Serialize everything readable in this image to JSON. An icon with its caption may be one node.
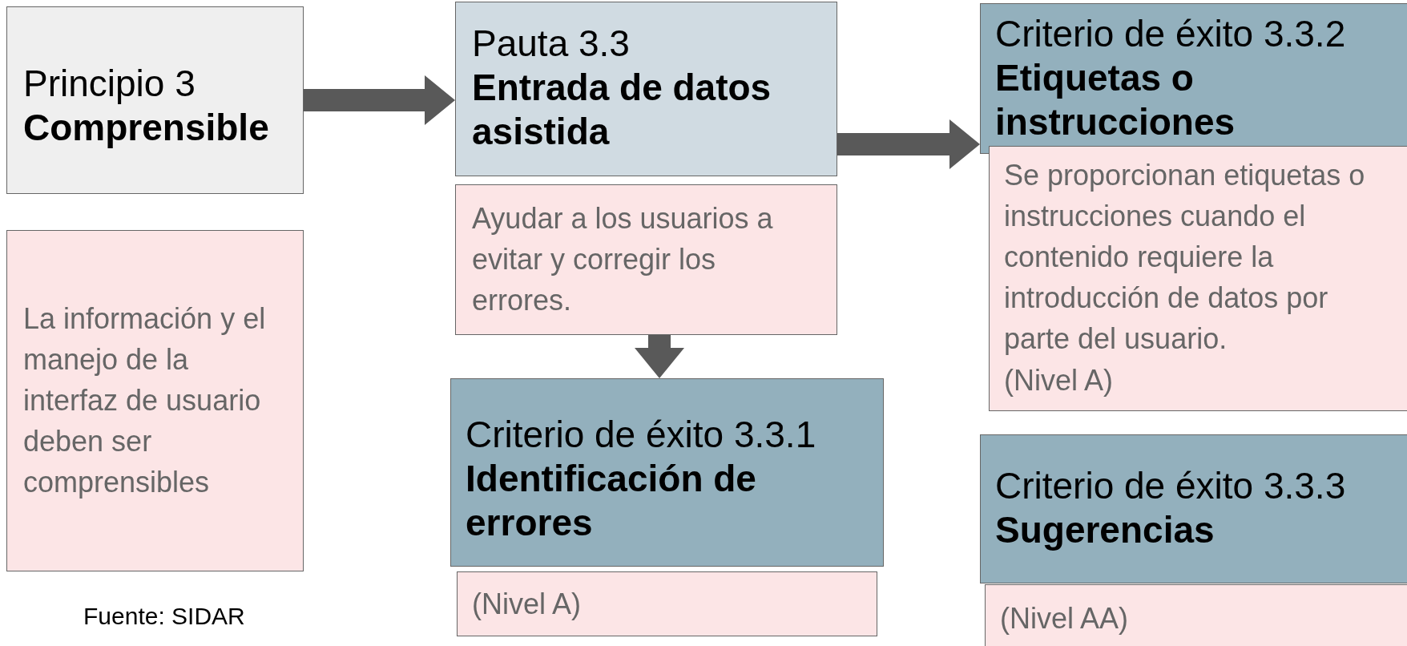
{
  "diagram": {
    "nodes": [
      {
        "text": [
          "Principio 3",
          "Comprensible"
        ]
      },
      {
        "text": [
          "La información y el manejo de la interfaz de usuario deben ser comprensibles"
        ]
      },
      {
        "text": [
          "Pauta 3.3",
          "Entrada de datos asistida"
        ]
      },
      {
        "text": [
          "Ayudar a los usuarios a evitar y corregir los errores."
        ]
      },
      {
        "text": [
          "Criterio de éxito 3.3.1",
          "Identificación de errores"
        ]
      },
      {
        "text": [
          "(Nivel A)"
        ]
      },
      {
        "text": [
          "Criterio de éxito 3.3.2",
          "Etiquetas o instrucciones"
        ]
      },
      {
        "text": [
          "Se proporcionan etiquetas o instrucciones cuando el contenido requiere la introducción de datos por parte del usuario.",
          "(Nivel A)"
        ]
      },
      {
        "text": [
          "Criterio de éxito 3.3.3",
          "Sugerencias"
        ]
      },
      {
        "text": [
          "(Nivel AA)"
        ]
      }
    ],
    "edges": [
      {
        "from": 0,
        "to": 2,
        "arrow": "to"
      },
      {
        "from": 3,
        "to": 4,
        "arrow": "to"
      },
      {
        "from": 2,
        "to": 6,
        "arrow": "to"
      }
    ],
    "labels": [
      "Fuente: SIDAR"
    ]
  }
}
